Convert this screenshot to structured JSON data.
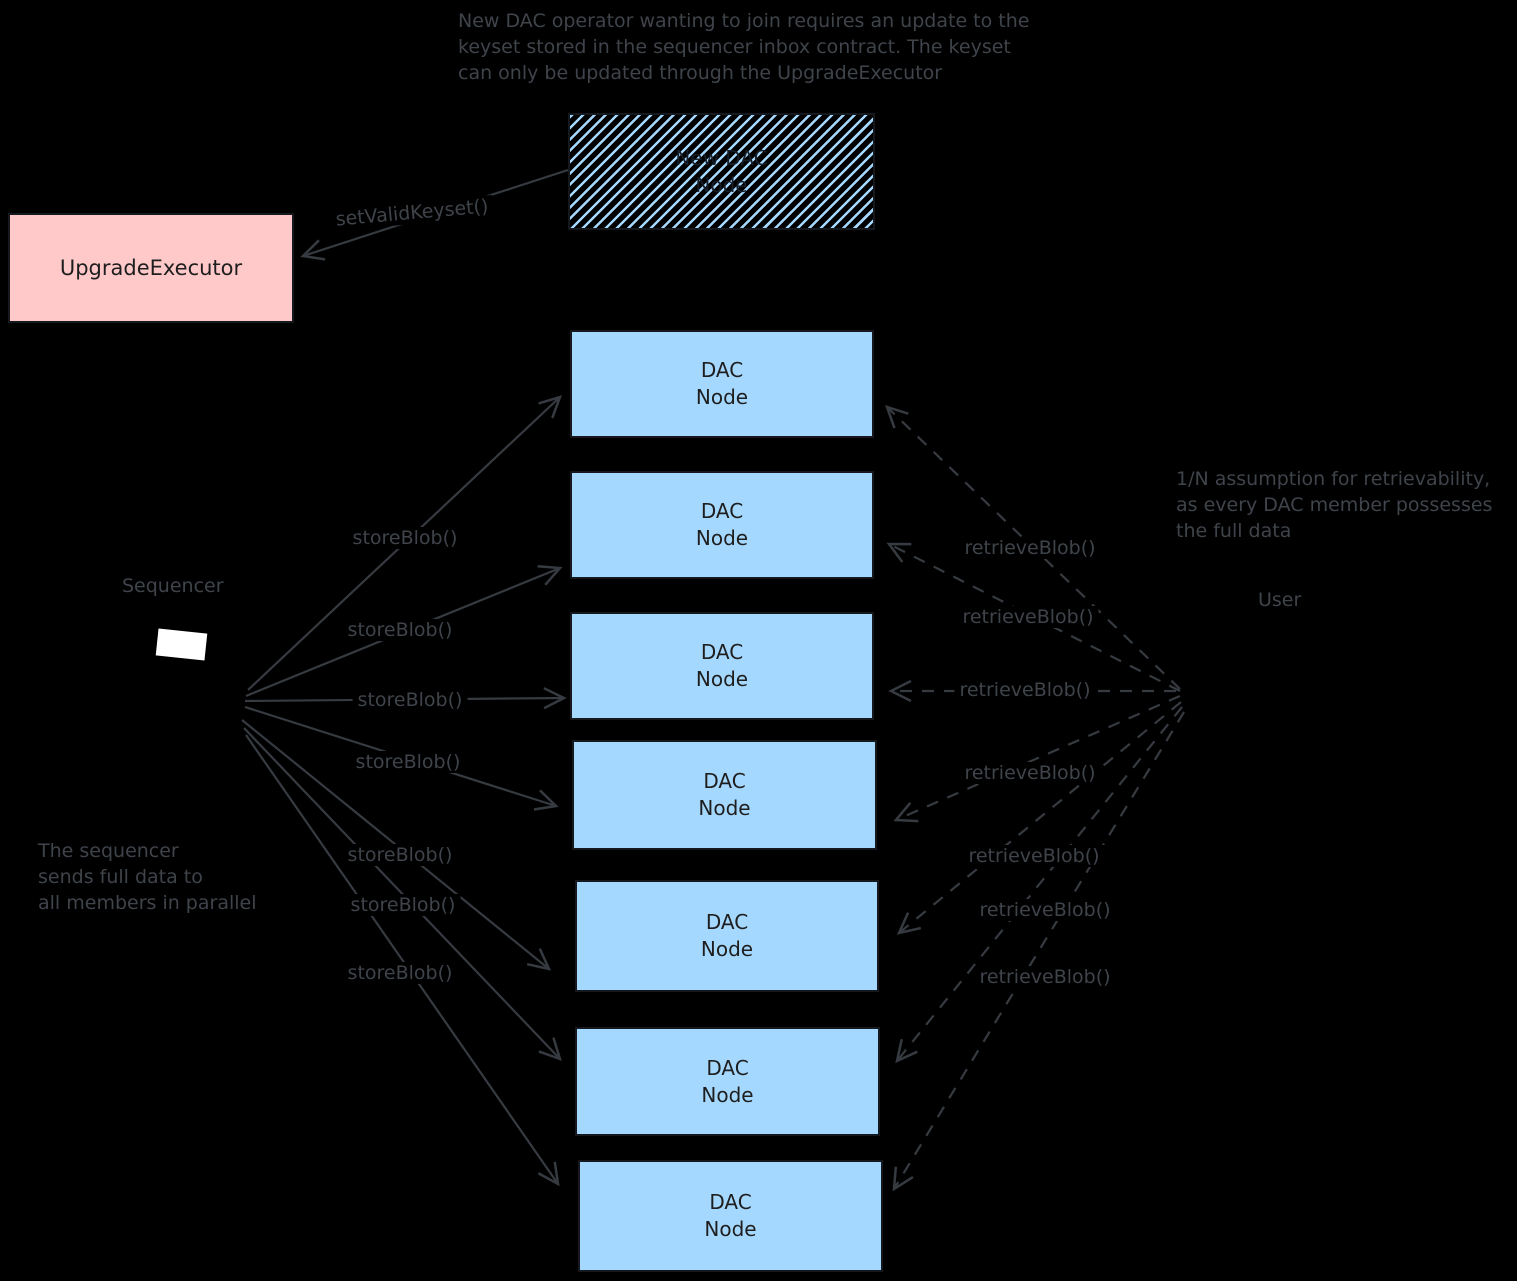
{
  "canvas": {
    "background": "#000000"
  },
  "colors": {
    "canvas_bg": "#000000",
    "arrow_stroke": "#363b41",
    "annotation_text": "#3f444b",
    "box_text": "#1e1e1e",
    "dac_fill": "#a5d8ff",
    "executor_fill": "#ffc9c9",
    "hatch_stripe": "#a5d8ff",
    "sequencer_icon": "#ffffff"
  },
  "notes": {
    "keyset_update": "New DAC operator wanting to join requires an update to the\nkeyset stored in the sequencer inbox contract. The keyset\ncan only be updated through the UpgradeExecutor",
    "retrievability": "1/N assumption for retrievability,\nas every DAC member possesses\nthe full data",
    "parallel_send": "The sequencer\nsends full data to\nall members in parallel"
  },
  "nodes": {
    "new_dac_node": {
      "label": "New DAC\nNode"
    },
    "upgrade_executor": {
      "label": "UpgradeExecutor"
    },
    "sequencer": {
      "label": "Sequencer"
    },
    "user": {
      "label": "User"
    },
    "dac_nodes": [
      {
        "label": "DAC\nNode"
      },
      {
        "label": "DAC\nNode"
      },
      {
        "label": "DAC\nNode"
      },
      {
        "label": "DAC\nNode"
      },
      {
        "label": "DAC\nNode"
      },
      {
        "label": "DAC\nNode"
      },
      {
        "label": "DAC\nNode"
      }
    ]
  },
  "edges": {
    "set_valid_keyset_label": "setValidKeyset()",
    "store_blob_labels": [
      "storeBlob()",
      "storeBlob()",
      "storeBlob()",
      "storeBlob()",
      "storeBlob()",
      "storeBlob()",
      "storeBlob()"
    ],
    "retrieve_blob_labels": [
      "retrieveBlob()",
      "retrieveBlob()",
      "retrieveBlob()",
      "retrieveBlob()",
      "retrieveBlob()",
      "retrieveBlob()",
      "retrieveBlob()"
    ]
  }
}
